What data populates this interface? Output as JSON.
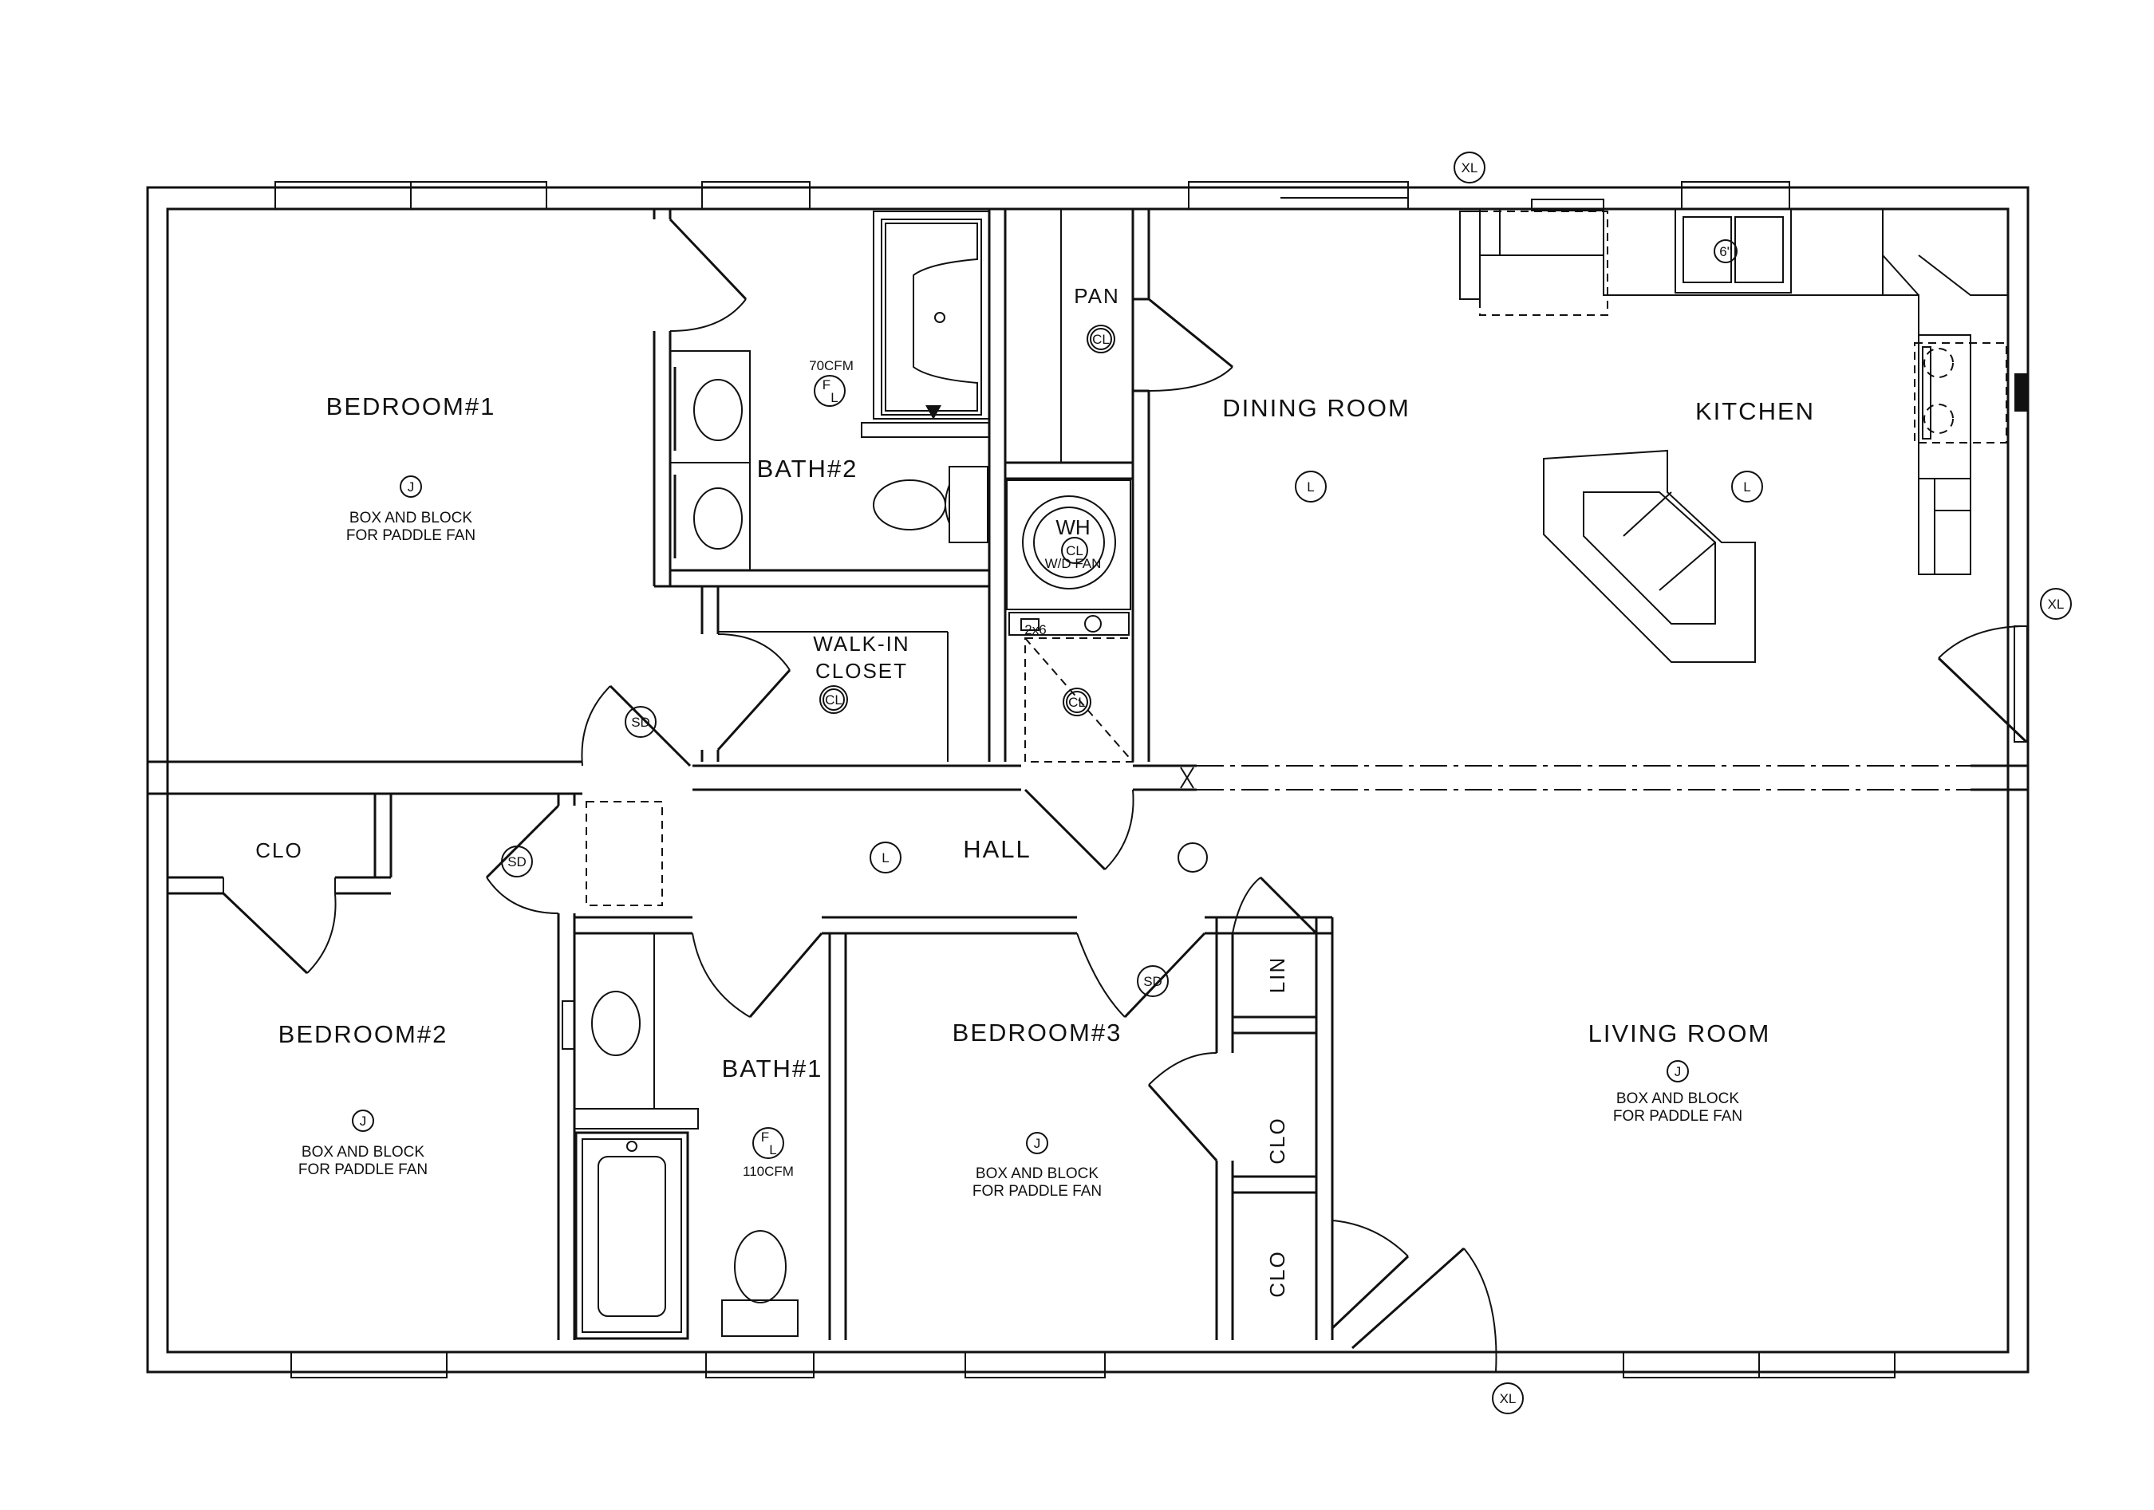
{
  "rooms": {
    "bedroom1": "BEDROOM#1",
    "bath2": "BATH#2",
    "pan": "PAN",
    "dining": "DINING ROOM",
    "kitchen": "KITCHEN",
    "walkin_1": "WALK-IN",
    "walkin_2": "CLOSET",
    "clo_bed2": "CLO",
    "hall": "HALL",
    "bedroom2": "BEDROOM#2",
    "bath1": "BATH#1",
    "bedroom3": "BEDROOM#3",
    "lin": "LIN",
    "clo_a": "CLO",
    "clo_b": "CLO",
    "living": "LIVING ROOM"
  },
  "notes": {
    "fan_line1": "BOX AND BLOCK",
    "fan_line2": "FOR PADDLE FAN",
    "cfm_bath2": "70CFM",
    "cfm_bath1": "110CFM",
    "sink_size": "6\"",
    "tag_2x6": "2x6",
    "wh": "WH",
    "wdfan": "W/D FAN"
  },
  "symbols": {
    "exterior_light": "XL",
    "junction": "J",
    "light": "L",
    "ceiling_light": "CL",
    "smoke": "SD",
    "fan_light_f": "F",
    "fan_light_l": "L"
  }
}
